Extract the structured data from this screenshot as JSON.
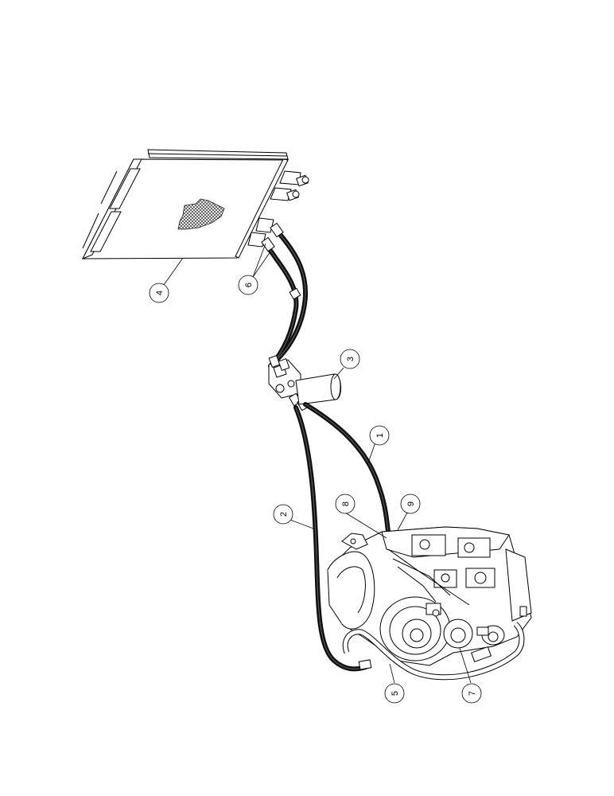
{
  "callouts": {
    "c1": "1",
    "c2": "2",
    "c3": "3",
    "c4": "4",
    "c5": "5",
    "c6": "6",
    "c7": "7",
    "c8": "8",
    "c9": "9"
  },
  "colors": {
    "line": "#000000",
    "background": "#ffffff",
    "hose": "#111111",
    "mesh": "#444444"
  }
}
